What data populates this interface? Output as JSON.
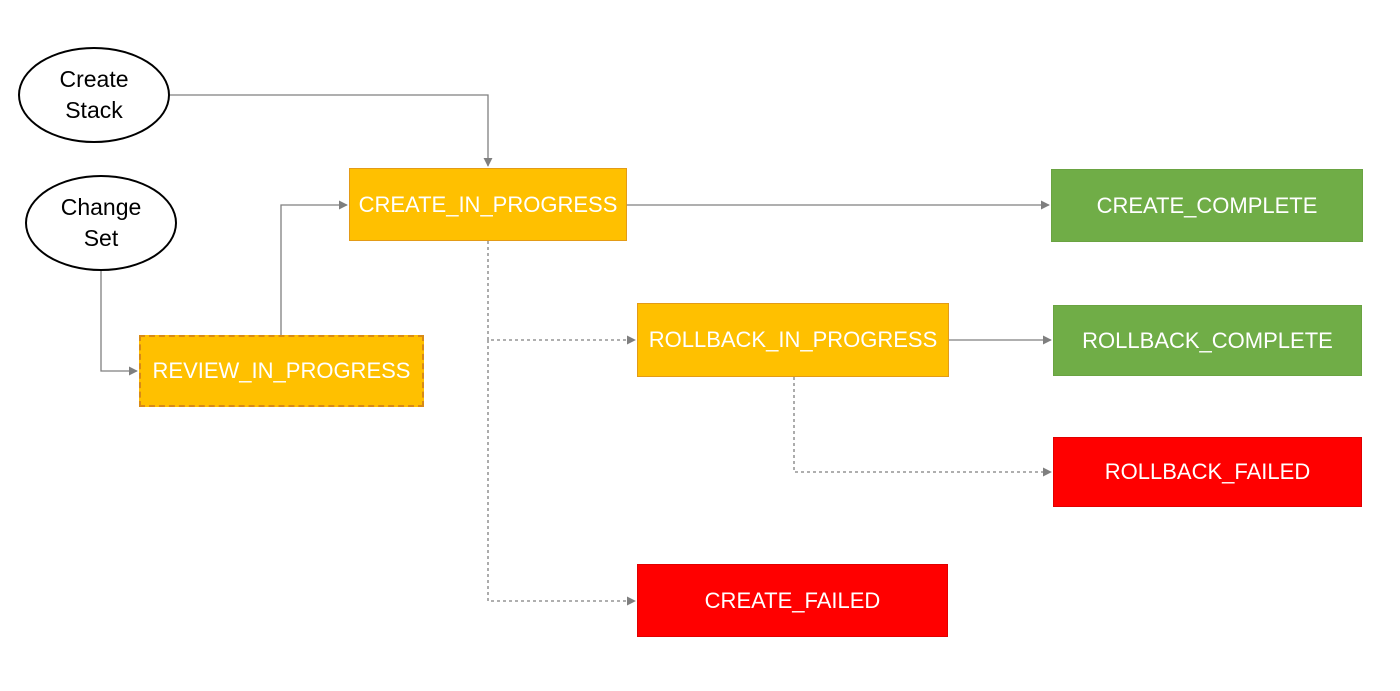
{
  "start_nodes": {
    "create_stack": {
      "line1": "Create",
      "line2": "Stack"
    },
    "change_set": {
      "line1": "Change",
      "line2": "Set"
    }
  },
  "states": {
    "review_in_progress": "REVIEW_IN_PROGRESS",
    "create_in_progress": "CREATE_IN_PROGRESS",
    "create_complete": "CREATE_COMPLETE",
    "rollback_in_progress": "ROLLBACK_IN_PROGRESS",
    "rollback_complete": "ROLLBACK_COMPLETE",
    "rollback_failed": "ROLLBACK_FAILED",
    "create_failed": "CREATE_FAILED"
  },
  "colors": {
    "in_progress": "#ffc000",
    "complete": "#70ad47",
    "failed": "#ff0000",
    "connector": "#7f7f7f"
  }
}
